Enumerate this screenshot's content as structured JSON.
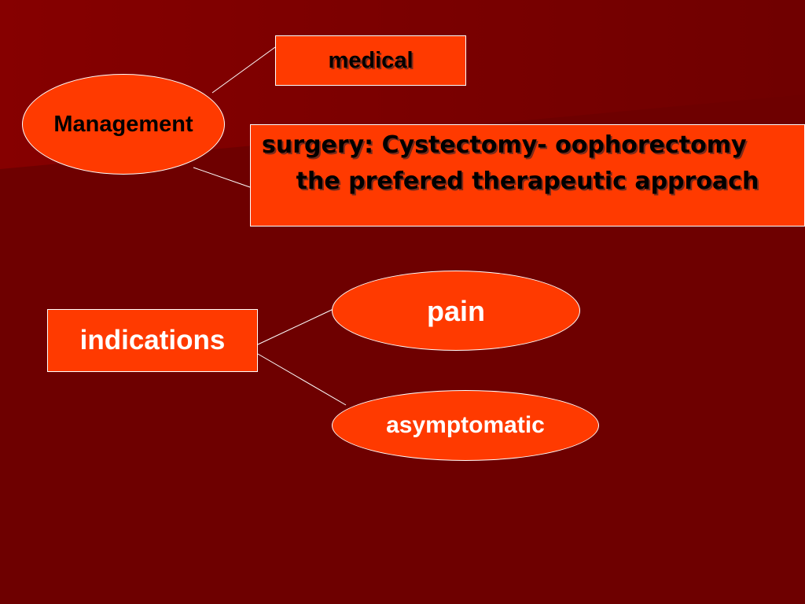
{
  "slide": {
    "background_color": "#6e0000",
    "node_color": "#ff3a00"
  },
  "management": {
    "title": "Management",
    "medical": "medical",
    "surgery_line1": "surgery: Cystectomy- oophorectomy",
    "surgery_line2": "the prefered therapeutic approach"
  },
  "indications": {
    "title": "indications",
    "items": [
      "pain",
      "asymptomatic"
    ]
  }
}
